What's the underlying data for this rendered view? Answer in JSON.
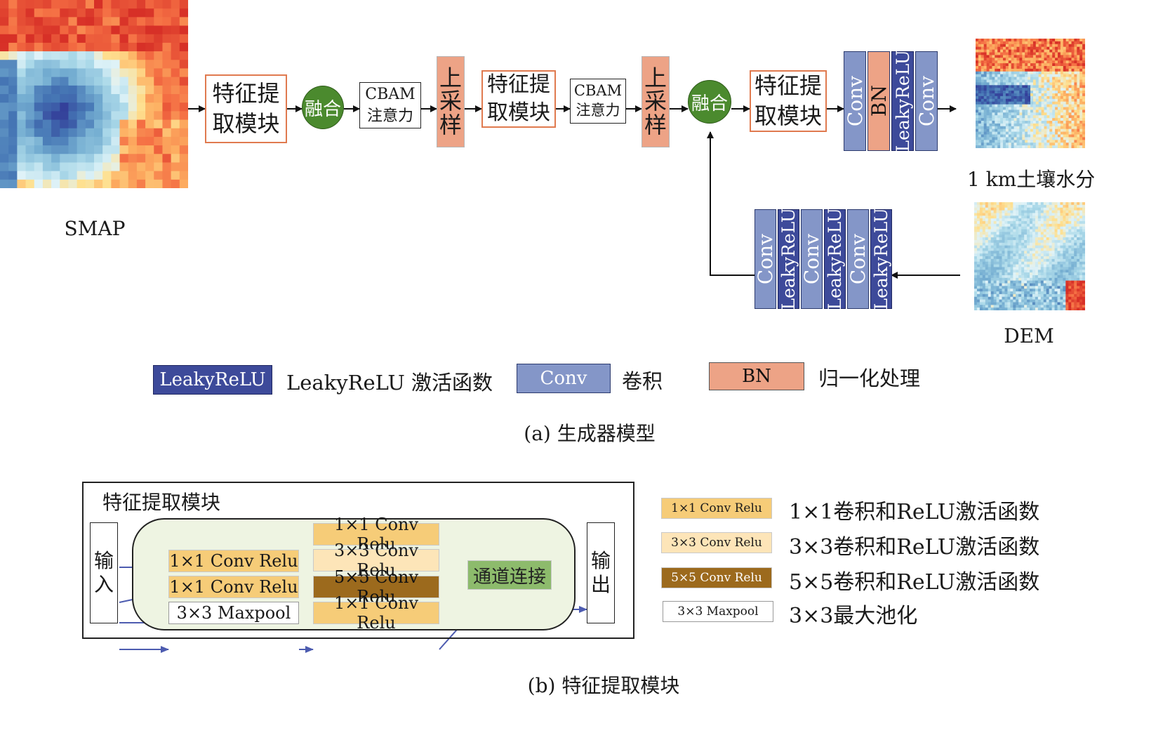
{
  "generator": {
    "smap_label": "SMAP",
    "feature_block_1": "特征提\n取模块",
    "fuse_1": "融合",
    "cbam_1_title": "CBAM",
    "cbam_1_sub": "注意力",
    "upsample_1": "上\n采\n样",
    "feature_block_2": "特征提\n取模块",
    "cbam_2_title": "CBAM",
    "cbam_2_sub": "注意力",
    "upsample_2": "上\n采\n样",
    "fuse_2": "融合",
    "feature_block_3": "特征提\n取模块",
    "head_layers": [
      "Conv",
      "BN",
      "LeakyReLU",
      "Conv"
    ],
    "dem_layers": [
      "Conv",
      "LeakyReLU",
      "Conv",
      "LeakyReLU",
      "Conv",
      "LeakyReLU"
    ],
    "output_label": "1 km土壤水分",
    "dem_label": "DEM",
    "legend": [
      {
        "swatch": "LeakyReLU",
        "text": "LeakyReLU 激活函数"
      },
      {
        "swatch": "Conv",
        "text": "卷积"
      },
      {
        "swatch": "BN",
        "text": "归一化处理"
      }
    ],
    "caption": "(a) 生成器模型"
  },
  "feature_module": {
    "title": "特征提取模块",
    "input_label": "输\n入",
    "output_label": "输\n出",
    "branch_1": [
      "1×1 Conv Relu"
    ],
    "branch_2": [
      "1×1 Conv Relu",
      "3×3 Conv Relu"
    ],
    "branch_3": [
      "1×1 Conv Relu",
      "5×5 Conv Relu"
    ],
    "branch_4": [
      "3×3 Maxpool",
      "1×1 Conv Relu"
    ],
    "concat": "通道连接",
    "legend": [
      {
        "swatch": "1×1 Conv Relu",
        "text": "1×1卷积和ReLU激活函数"
      },
      {
        "swatch": "3×3 Conv Relu",
        "text": "3×3卷积和ReLU激活函数"
      },
      {
        "swatch": "5×5 Conv Relu",
        "text": "5×5卷积和ReLU激活函数"
      },
      {
        "swatch": "3×3 Maxpool",
        "text": "3×3最大池化"
      }
    ],
    "caption": "(b) 特征提取模块"
  }
}
